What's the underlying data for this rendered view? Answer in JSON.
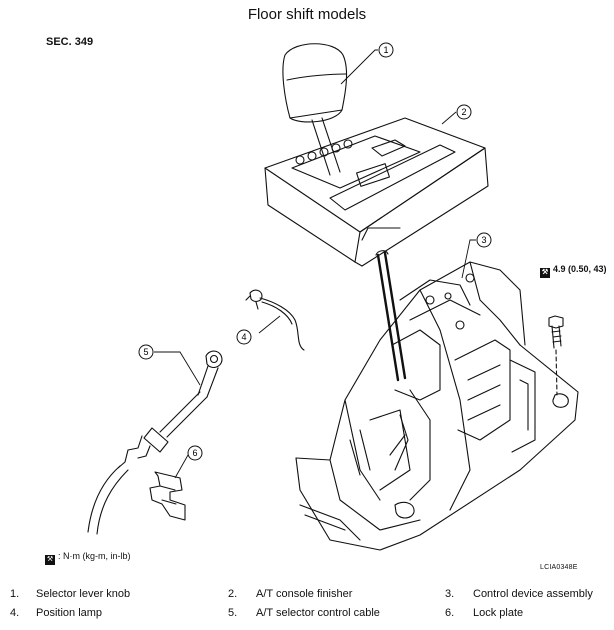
{
  "title": "Floor shift models",
  "section": "SEC. 349",
  "torque_spec": "4.9 (0.50, 43)",
  "unit_legend": ": N·m (kg-m, in-lb)",
  "figure_code": "LCIA0348E",
  "callouts": [
    "1",
    "2",
    "3",
    "4",
    "5",
    "6"
  ],
  "legend": [
    {
      "num": "1.",
      "label": "Selector lever knob"
    },
    {
      "num": "2.",
      "label": "A/T console finisher"
    },
    {
      "num": "3.",
      "label": "Control device assembly"
    },
    {
      "num": "4.",
      "label": "Position lamp"
    },
    {
      "num": "5.",
      "label": "A/T selector control cable"
    },
    {
      "num": "6.",
      "label": "Lock plate"
    }
  ],
  "icons": {
    "torque": "torque-wrench-icon"
  }
}
